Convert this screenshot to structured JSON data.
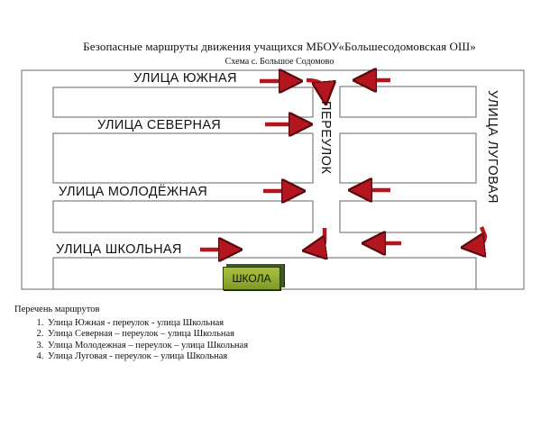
{
  "title": "Безопасные маршруты движения учащихся МБОУ«Большесодомовская ОШ»",
  "subtitle": "Схема с. Большое Содомово",
  "streets": {
    "yuzhnaya": "УЛИЦА ЮЖНАЯ",
    "severnaya": "УЛИЦА СЕВЕРНАЯ",
    "molodezhnaya": "УЛИЦА МОЛОДЁЖНАЯ",
    "shkolnaya": "УЛИЦА ШКОЛЬНАЯ",
    "pereulok": "ПЕРЕУЛОК",
    "lugovaya": "УЛИЦА ЛУГОВАЯ"
  },
  "school_label": "ШКОЛА",
  "routes": {
    "heading": "Перечень маршрутов",
    "items": [
      "Улица Южная  - переулок  - улица Школьная",
      "Улица Северная – переулок – улица Школьная",
      "Улица Молодежная – переулок – улица Школьная",
      "Улица  Луговая - переулок – улица Школьная"
    ]
  },
  "colors": {
    "arrow": "#b3161e",
    "arrow_edge": "#5a0a0e",
    "school": "#93b032",
    "outline": "#555555"
  }
}
